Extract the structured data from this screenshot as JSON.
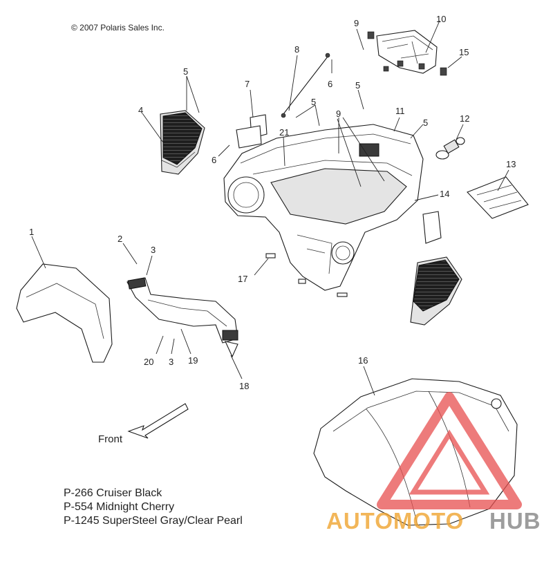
{
  "copyright": "© 2007 Polaris Sales Inc.",
  "callouts": [
    "1",
    "2",
    "3",
    "4",
    "5",
    "6",
    "7",
    "8",
    "9",
    "10",
    "11",
    "12",
    "13",
    "14",
    "15",
    "16",
    "17",
    "18",
    "19",
    "20",
    "21",
    "5",
    "5",
    "5",
    "6",
    "9",
    "3"
  ],
  "front_label": "Front",
  "legend": [
    "P-266  Cruiser Black",
    "P-554  Midnight Cherry",
    "P-1245 SuperSteel Gray/Clear Pearl"
  ],
  "watermark": {
    "left": "AUTOMOTO",
    "right": "HUB",
    "accent": "#f0a430",
    "grey": "#8c8c8c",
    "red": "#e85050"
  }
}
